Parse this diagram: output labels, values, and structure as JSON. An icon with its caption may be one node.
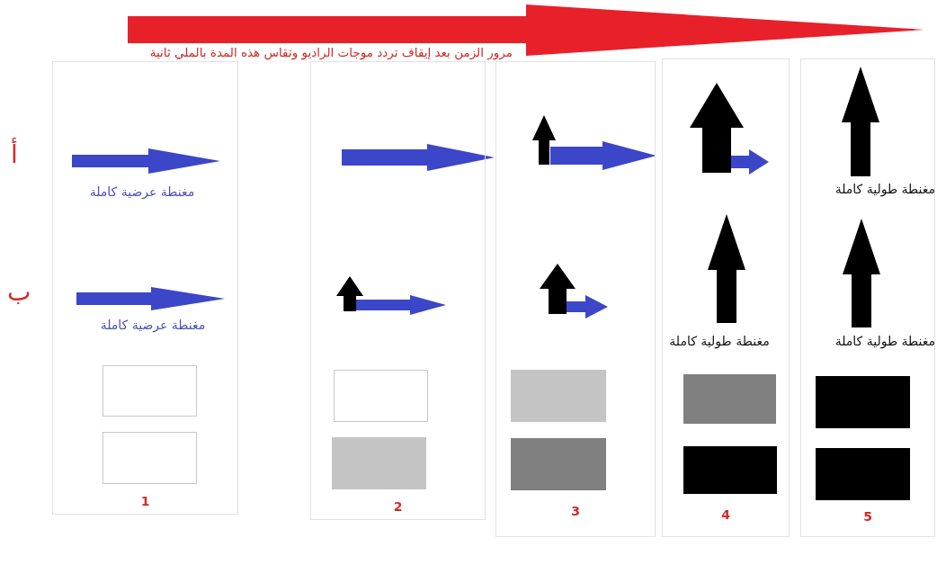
{
  "diagram": {
    "title": "مرور الزمن بعد إيقاف تردد موجات الراديو وتقاس هذه المدة بالملي ثانية",
    "nodes": [
      {
        "text": [
          "1"
        ]
      },
      {
        "text": [
          "2"
        ]
      },
      {
        "text": [
          "3"
        ]
      },
      {
        "text": [
          "4"
        ]
      },
      {
        "text": [
          "5"
        ]
      },
      {
        "text": [],
        "shape": "box",
        "in": 0
      },
      {
        "text": [],
        "shape": "box",
        "in": 0
      },
      {
        "text": [],
        "shape": "box",
        "in": 1
      },
      {
        "text": [],
        "shape": "box",
        "in": 1
      },
      {
        "text": [],
        "shape": "box",
        "in": 2
      },
      {
        "text": [],
        "shape": "box",
        "in": 2
      },
      {
        "text": [],
        "shape": "box",
        "in": 3
      },
      {
        "text": [],
        "shape": "box",
        "in": 3
      },
      {
        "text": [],
        "shape": "box",
        "in": 4
      },
      {
        "text": [],
        "shape": "box",
        "in": 4
      }
    ],
    "labels": [
      "أ",
      "مغنطة عرضية كاملة",
      "مغنطة طولية كاملة",
      "ب",
      "مغنطة عرضية كاملة",
      "مغنطة طولية كاملة",
      "مغنطة طولية كاملة"
    ]
  }
}
